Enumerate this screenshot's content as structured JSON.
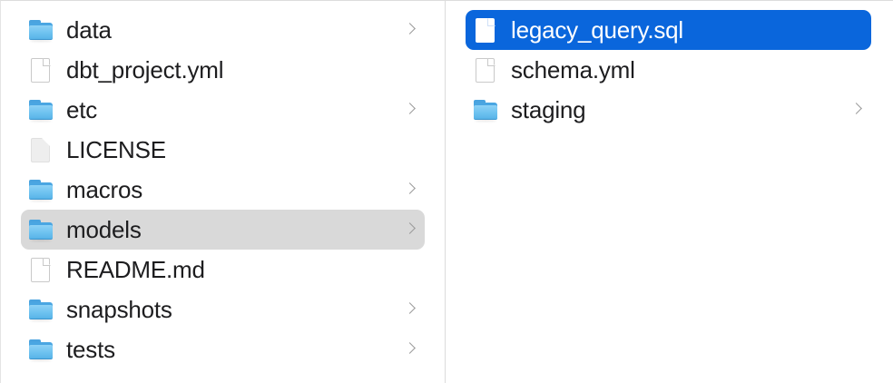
{
  "app": {
    "view": "column-view",
    "colors": {
      "selection_active": "#0a66dc",
      "selection_inactive": "#d9d9d9",
      "text": "#1d1d1f",
      "text_selected": "#ffffff",
      "divider": "#dcdcdc",
      "folder_blue": "#6ec2f0",
      "chevron_gray": "#9a9a9a"
    }
  },
  "columns": [
    {
      "name": "column-1",
      "items": [
        {
          "label": "data",
          "kind": "folder",
          "icon": "folder-icon",
          "chevron": true,
          "selected": "none"
        },
        {
          "label": "dbt_project.yml",
          "kind": "file",
          "icon": "document-icon",
          "chevron": false,
          "selected": "none"
        },
        {
          "label": "etc",
          "kind": "folder",
          "icon": "folder-icon",
          "chevron": true,
          "selected": "none"
        },
        {
          "label": "LICENSE",
          "kind": "file",
          "icon": "blank-document-icon",
          "chevron": false,
          "selected": "none"
        },
        {
          "label": "macros",
          "kind": "folder",
          "icon": "folder-icon",
          "chevron": true,
          "selected": "none"
        },
        {
          "label": "models",
          "kind": "folder",
          "icon": "folder-icon",
          "chevron": true,
          "selected": "inactive"
        },
        {
          "label": "README.md",
          "kind": "file",
          "icon": "document-icon",
          "chevron": false,
          "selected": "none"
        },
        {
          "label": "snapshots",
          "kind": "folder",
          "icon": "folder-icon",
          "chevron": true,
          "selected": "none"
        },
        {
          "label": "tests",
          "kind": "folder",
          "icon": "folder-icon",
          "chevron": true,
          "selected": "none"
        }
      ]
    },
    {
      "name": "column-2",
      "items": [
        {
          "label": "legacy_query.sql",
          "kind": "file",
          "icon": "document-icon",
          "chevron": false,
          "selected": "active"
        },
        {
          "label": "schema.yml",
          "kind": "file",
          "icon": "document-icon",
          "chevron": false,
          "selected": "none"
        },
        {
          "label": "staging",
          "kind": "folder",
          "icon": "folder-icon",
          "chevron": true,
          "selected": "none"
        }
      ]
    }
  ]
}
